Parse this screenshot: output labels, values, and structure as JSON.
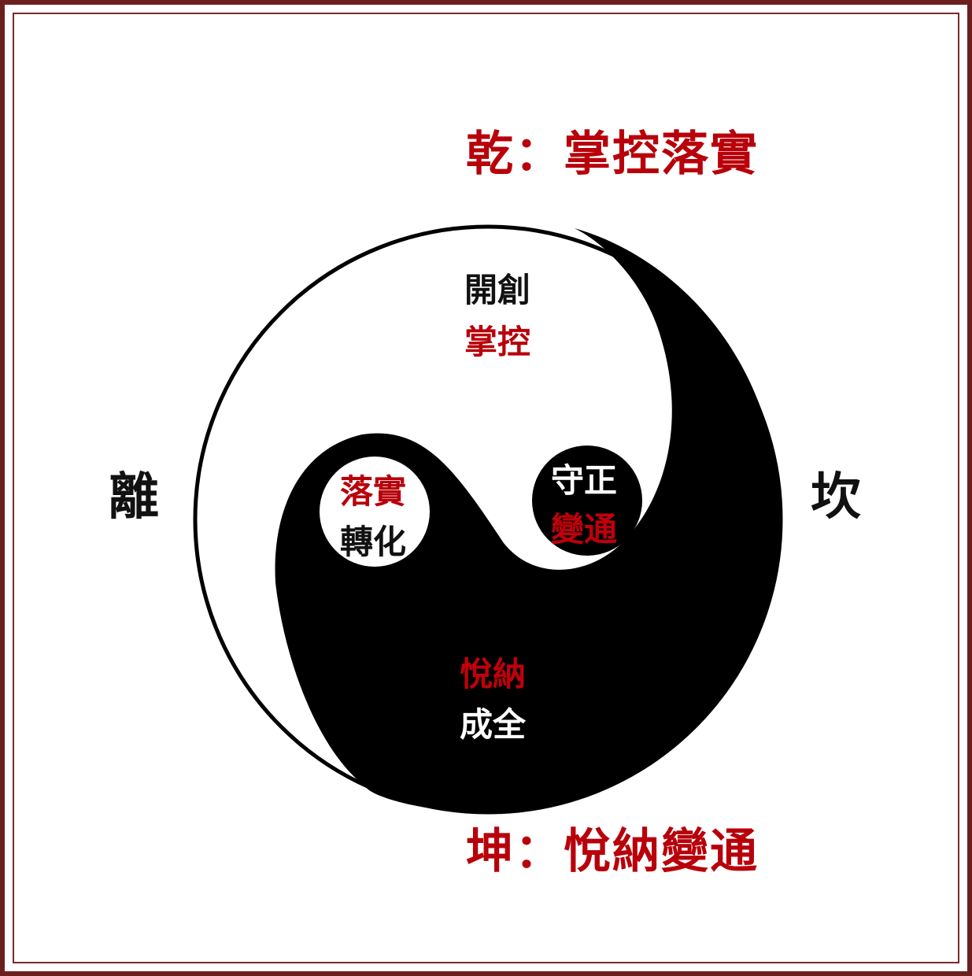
{
  "colors": {
    "accent_red": "#b8000a",
    "frame_brown": "#6b1f1f",
    "black": "#000000",
    "white": "#ffffff"
  },
  "top_title": "乾：掌控落實",
  "bottom_title": "坤：悅納變通",
  "left_label": "離",
  "right_label": "坎",
  "white_region": {
    "line1": "開創",
    "line2": "掌控"
  },
  "black_region": {
    "line1": "悅納",
    "line2": "成全"
  },
  "white_eye": {
    "line1": "落實",
    "line2": "轉化"
  },
  "black_eye": {
    "line1": "守正",
    "line2": "變通"
  }
}
